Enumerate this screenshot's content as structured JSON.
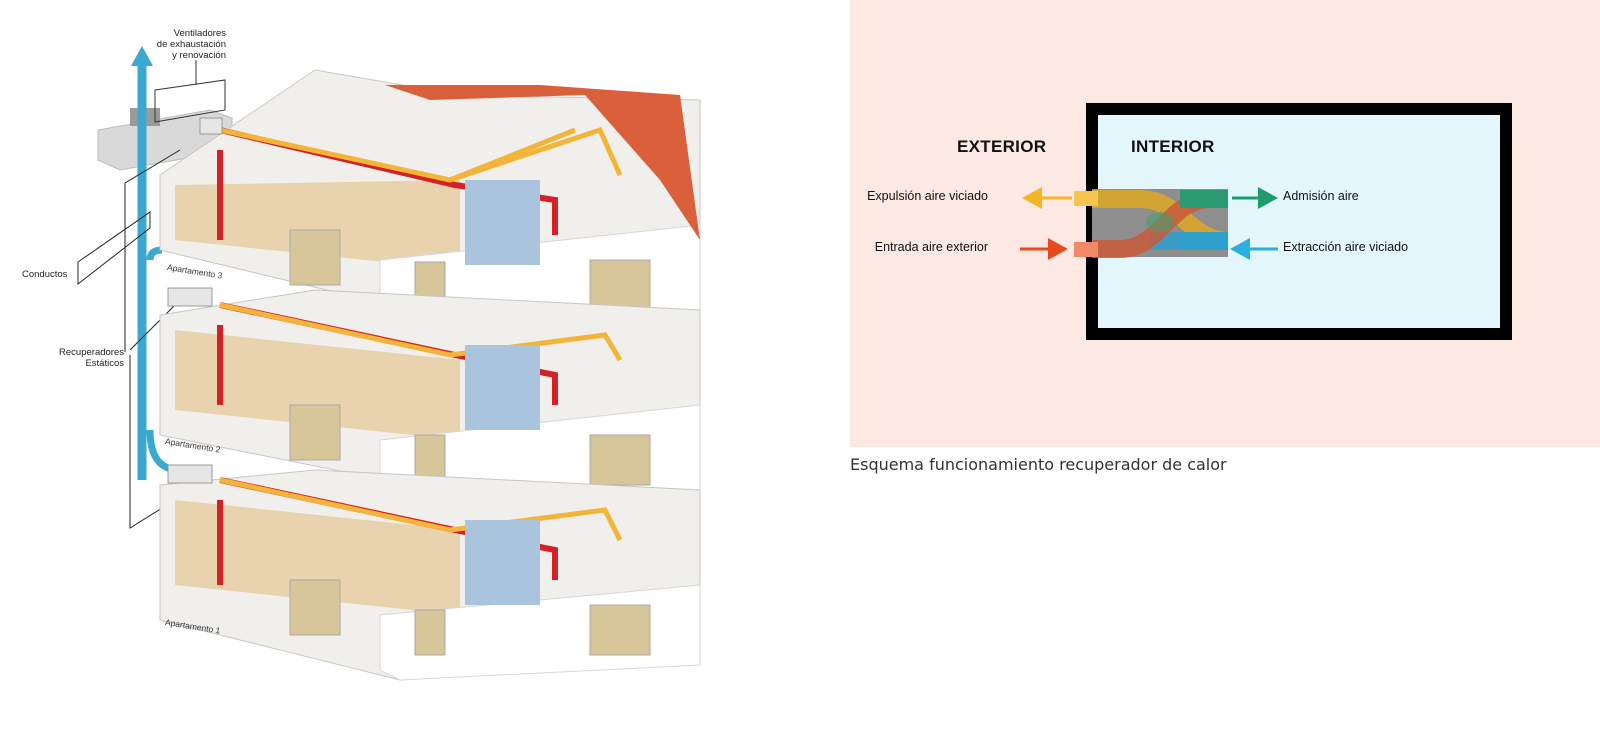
{
  "building": {
    "callouts": {
      "fans": "Ventiladores de exhaustación y renovación",
      "fans_lines": [
        "Ventiladores",
        "de exhaustación",
        "y renovación"
      ],
      "ducts": "Conductos",
      "recuperators_lines": [
        "Recuperadores",
        "Estáticos"
      ]
    },
    "apartments": [
      "Apartamento 3",
      "Apartamento 2",
      "Apartamento 1"
    ]
  },
  "schema": {
    "zones": {
      "outside": "EXTERIOR",
      "inside": "INTERIOR"
    },
    "flows": {
      "exhaust_out": "Expulsión aire viciado",
      "fresh_in": "Entrada aire exterior",
      "supply": "Admisión aire",
      "extract": "Extracción aire viciado"
    },
    "colors": {
      "panel_bg": "#fde9e3",
      "interior_bg": "#e3f6fb",
      "wall": "#000000",
      "exhaust": "#f2b824",
      "fresh": "#e84a1f",
      "supply": "#1e9c6e",
      "extract": "#2bb0e0"
    }
  },
  "caption": "Esquema funcionamiento recuperador de calor"
}
